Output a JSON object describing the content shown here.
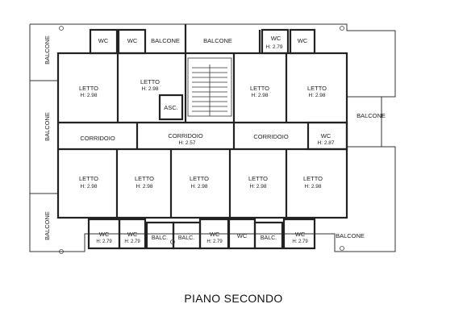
{
  "title": "PIANO SECONDO",
  "rooms": {
    "wc_top_1": "WC",
    "wc_top_2": "WC",
    "balcone_top_1": "BALCONE",
    "balcone_top_2": "BALCONE",
    "wc_top_3": "WC",
    "wc_top_3_h": "H: 2.79",
    "wc_top_4": "WC",
    "balcone_left_1": "BALCONE",
    "balcone_left_2": "BALCONE",
    "balcone_left_3": "BALCONE",
    "balcone_right_1": "BALCONE",
    "balcone_bottom_right": "BALCONE",
    "letto_tl": "LETTO",
    "letto_tl_h": "H: 2.98",
    "letto_tc": "LETTO",
    "letto_tc_h": "H: 2.98",
    "asc": "ASC.",
    "letto_tr1": "LETTO",
    "letto_tr1_h": "H: 2.98",
    "letto_tr2": "LETTO",
    "letto_tr2_h": "H: 2.98",
    "corridoio_1": "CORRIDOIO",
    "corridoio_2": "CORRIDOIO",
    "corridoio_2_h": "H: 2.57",
    "corridoio_3": "CORRIDOIO",
    "wc_mid": "WC",
    "wc_mid_h": "H: 2.87",
    "letto_b1": "LETTO",
    "letto_b1_h": "H: 2.98",
    "letto_b2": "LETTO",
    "letto_b2_h": "H: 2.98",
    "letto_b3": "LETTO",
    "letto_b3_h": "H: 2.98",
    "letto_b4": "LETTO",
    "letto_b4_h": "H: 2.98",
    "letto_b5": "LETTO",
    "letto_b5_h": "H: 2.98",
    "wc_b1": "WC",
    "wc_b1_h": "H: 2.79",
    "wc_b2": "WC",
    "wc_b2_h": "H: 2.79",
    "balc_1": "BALC.",
    "balc_2": "BALC.",
    "wc_b3": "WC",
    "wc_b3_h": "H: 2.79",
    "wc_b4": "WC",
    "balc_3": "BALC.",
    "wc_b5": "WC",
    "wc_b5_h": "H: 2.79"
  }
}
